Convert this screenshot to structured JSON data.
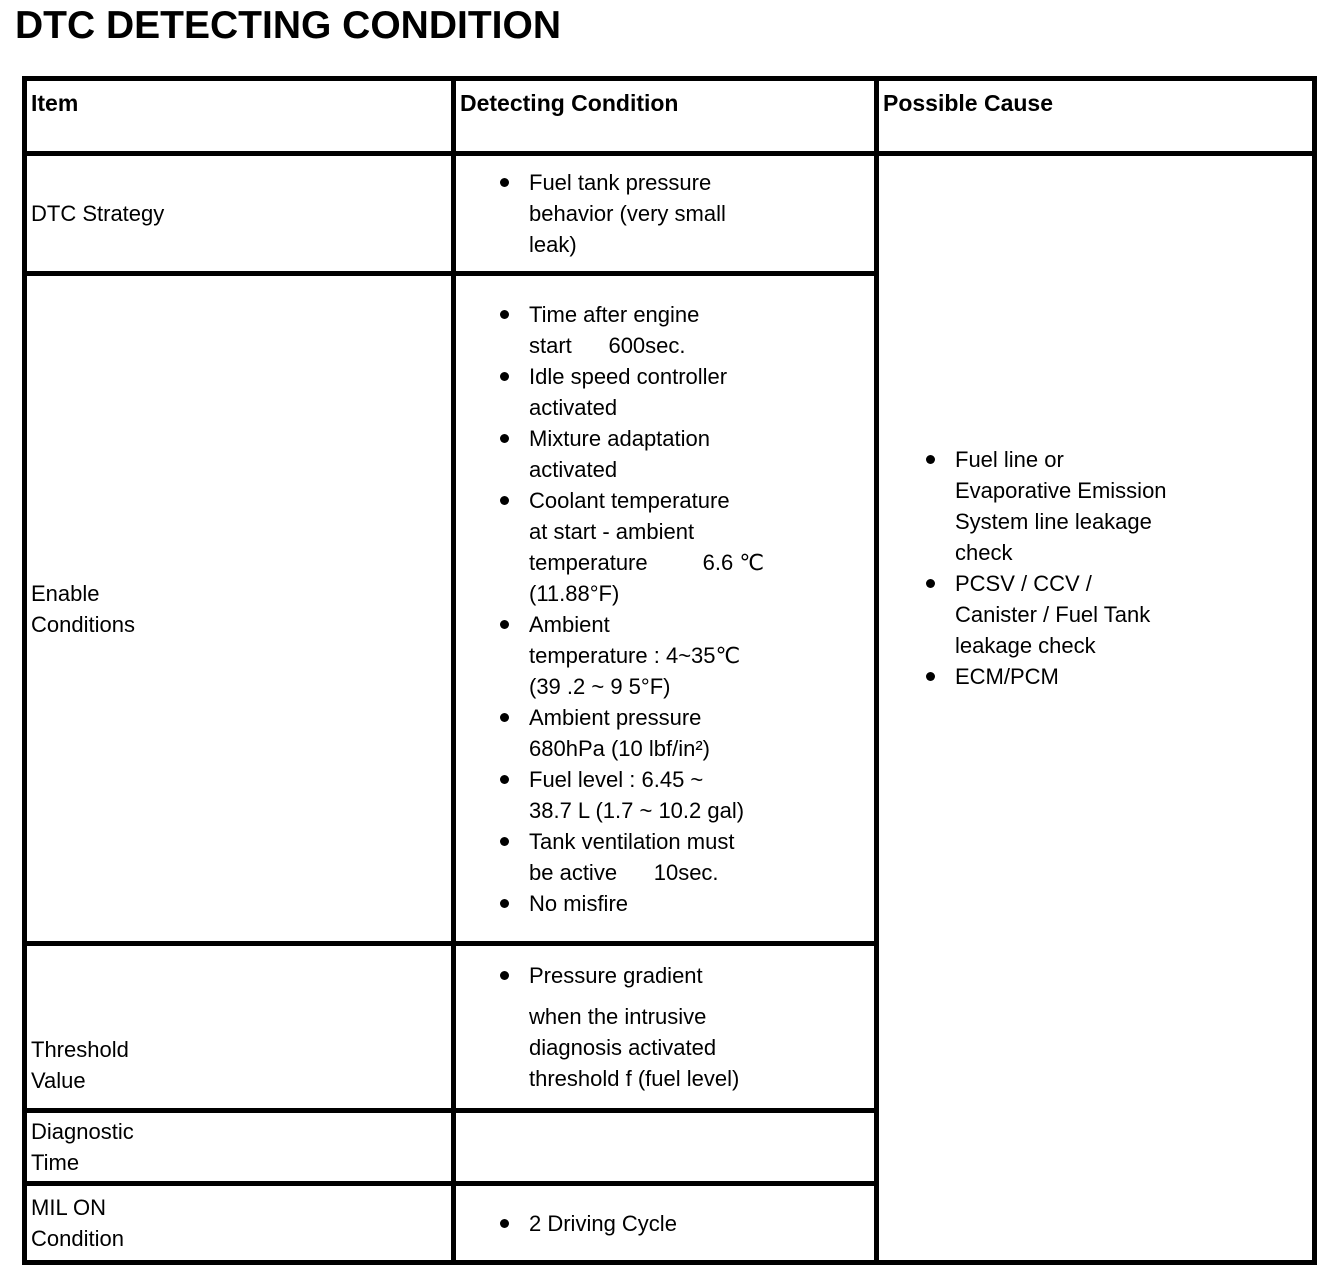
{
  "page": {
    "title": "DTC DETECTING CONDITION"
  },
  "colors": {
    "text": "#000000",
    "border": "#000000",
    "background": "#ffffff",
    "bullet": "#000000"
  },
  "table": {
    "headers": [
      "Item",
      "Detecting Condition",
      "Possible Cause"
    ],
    "rows": [
      {
        "key": "dtc_strategy",
        "item": "DTC Strategy",
        "conditions": [
          {
            "text": "Fuel tank pressure\nbehavior (very small\nleak)"
          }
        ]
      },
      {
        "key": "enable_conditions",
        "item": "Enable\nConditions",
        "conditions": [
          {
            "text": "Time after engine\nstart      600sec."
          },
          {
            "text": "Idle speed controller\nactivated"
          },
          {
            "text": "Mixture adaptation\nactivated"
          },
          {
            "text": "Coolant temperature\nat start - ambient\ntemperature         6.6 ℃\n(11.88°F)"
          },
          {
            "text": "Ambient\ntemperature : 4~35℃\n(39 .2 ~ 9 5°F)"
          },
          {
            "text": "Ambient pressure\n680hPa (10 lbf/in²)"
          },
          {
            "text": "Fuel level : 6.45 ~\n38.7 L (1.7 ~ 10.2 gal)"
          },
          {
            "text": "Tank ventilation must\nbe active      10sec."
          },
          {
            "text": "No misfire"
          }
        ]
      },
      {
        "key": "threshold_value",
        "item": "Threshold\nValue",
        "conditions": [
          {
            "text": "Pressure gradient",
            "para": "when the intrusive\ndiagnosis activated\nthreshold f (fuel level)"
          }
        ]
      },
      {
        "key": "diagnostic_time",
        "item": "Diagnostic\nTime",
        "conditions": []
      },
      {
        "key": "mil_on_condition",
        "item": "MIL ON\nCondition",
        "conditions": [
          {
            "text": "2 Driving Cycle"
          }
        ]
      }
    ],
    "possible_causes": [
      "Fuel line or\nEvaporative Emission\nSystem line leakage\ncheck",
      "PCSV / CCV /\nCanister / Fuel Tank\nleakage check",
      "ECM/PCM"
    ]
  }
}
